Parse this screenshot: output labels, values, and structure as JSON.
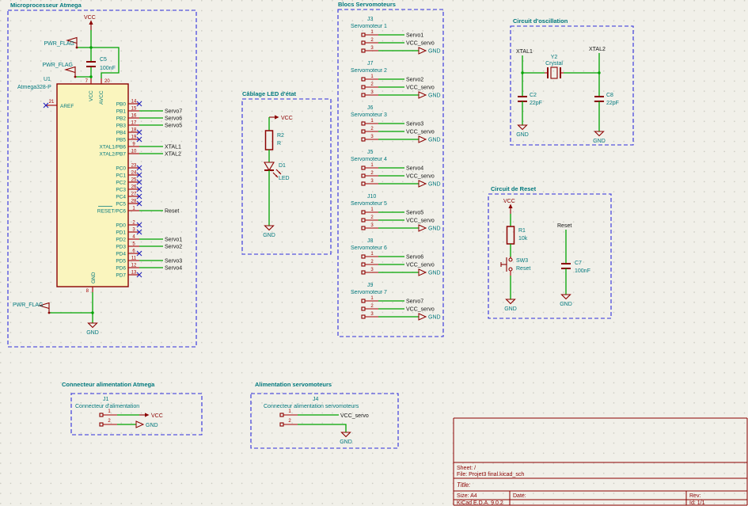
{
  "colors": {
    "background": "#F1F0E9",
    "grid_dot": "#C9C9BF",
    "section_box": "#2E2EDC",
    "wire_green": "#00A300",
    "component_maroon": "#8B0000",
    "teal_text": "#00787D",
    "net_label_black": "#141414",
    "pin_number_red": "#A40000",
    "chip_fill": "#FAF5BE",
    "no_connect_blue": "#2121BE"
  },
  "micro": {
    "title": "Microprocesseur Atmega",
    "ref": "U1",
    "value": "Atmega328-P",
    "vcc_label": "VCC",
    "pwr_flag1": "PWR_FLAG",
    "pwr_flag2": "PWR_FLAG",
    "pwr_flag3": "PWR_FLAG",
    "cap_ref": "C5",
    "cap_value": "100nF",
    "aref": {
      "name": "AREF",
      "num": "21"
    },
    "top_pins": [
      {
        "name": "VCC",
        "num": "7"
      },
      {
        "name": "AVCC",
        "num": "20"
      }
    ],
    "bottom_pin": {
      "name": "GND",
      "num": "8"
    },
    "gnd_label": "GND",
    "pins_b": [
      {
        "name": "PB0",
        "num": "14",
        "nc": true
      },
      {
        "name": "PB1",
        "num": "15",
        "net": "Servo7"
      },
      {
        "name": "PB2",
        "num": "16",
        "net": "Servo6"
      },
      {
        "name": "PB3",
        "num": "17",
        "net": "Servo5"
      },
      {
        "name": "PB4",
        "num": "18",
        "nc": true
      },
      {
        "name": "PB5",
        "num": "19",
        "nc": true
      },
      {
        "name": "XTAL1/PB6",
        "num": "9",
        "net": "XTAL1"
      },
      {
        "name": "XTAL2/PB7",
        "num": "10",
        "net": "XTAL2"
      }
    ],
    "pins_c": [
      {
        "name": "PC0",
        "num": "23",
        "nc": true
      },
      {
        "name": "PC1",
        "num": "24",
        "nc": true
      },
      {
        "name": "PC2",
        "num": "25",
        "nc": true
      },
      {
        "name": "PC3",
        "num": "26",
        "nc": true
      },
      {
        "name": "PC4",
        "num": "27",
        "nc": true
      },
      {
        "name": "PC5",
        "num": "28",
        "nc": true
      },
      {
        "name": "RESET/PC6",
        "num": "1",
        "net": "Reset",
        "inv": true
      }
    ],
    "pins_d": [
      {
        "name": "PD0",
        "num": "2",
        "nc": true
      },
      {
        "name": "PD1",
        "num": "3",
        "nc": true
      },
      {
        "name": "PD2",
        "num": "4",
        "net": "Servo1"
      },
      {
        "name": "PD3",
        "num": "5",
        "net": "Servo2"
      },
      {
        "name": "PD4",
        "num": "6",
        "nc": true
      },
      {
        "name": "PD5",
        "num": "11",
        "net": "Servo3"
      },
      {
        "name": "PD6",
        "num": "12",
        "net": "Servo4"
      },
      {
        "name": "PD7",
        "num": "13",
        "nc": true
      }
    ]
  },
  "led": {
    "title": "Câblage LED d'état",
    "vcc": "VCC",
    "r_ref": "R2",
    "r_value": "R",
    "d_ref": "D1",
    "d_value": "LED",
    "gnd": "GND"
  },
  "servos": {
    "title": "Blocs Servomoteurs",
    "pin_numbers": [
      "1",
      "2",
      "3"
    ],
    "vcc_net": "VCC_servo",
    "gnd": "GND",
    "blocks": [
      {
        "ref": "J3",
        "name": "Servomoteur 1",
        "net": "Servo1"
      },
      {
        "ref": "J7",
        "name": "Servomoteur 2",
        "net": "Servo2"
      },
      {
        "ref": "J6",
        "name": "Servomoteur 3",
        "net": "Servo3"
      },
      {
        "ref": "J5",
        "name": "Servomoteur 4",
        "net": "Servo4"
      },
      {
        "ref": "J10",
        "name": "Servomoteur 5",
        "net": "Servo5"
      },
      {
        "ref": "J8",
        "name": "Servomoteur 6",
        "net": "Servo6"
      },
      {
        "ref": "J9",
        "name": "Servomoteur 7",
        "net": "Servo7"
      }
    ]
  },
  "osc": {
    "title": "Circuit d'oscillation",
    "xtal1": "XTAL1",
    "xtal2": "XTAL2",
    "crystal_ref": "Y2",
    "crystal_value": "Crystal",
    "c_left_ref": "C2",
    "c_left_value": "22pF",
    "c_right_ref": "C8",
    "c_right_value": "22pF",
    "gnd": "GND"
  },
  "reset": {
    "title": "Circuit de Reset",
    "vcc": "VCC",
    "r_ref": "R1",
    "r_value": "10k",
    "sw_ref": "SW3",
    "sw_value": "Reset",
    "net": "Reset",
    "c_ref": "C7",
    "c_value": "100nF",
    "gnd": "GND"
  },
  "pwr_atmega": {
    "title": "Connecteur alimentation Atmega",
    "ref": "J1",
    "name": "Connecteur d'alimentation",
    "pins": [
      "1",
      "2"
    ],
    "vcc": "VCC",
    "gnd": "GND"
  },
  "pwr_servo": {
    "title": "Alimentation servomoteurs",
    "ref": "J4",
    "name": "Connecteur alimentation servomoteurs",
    "pins": [
      "1",
      "2"
    ],
    "vcc_net": "VCC_servo",
    "gnd": "GND"
  },
  "titleblock": {
    "sheet": "Sheet: /",
    "file": "File: Projet3 final.kicad_sch",
    "title_label": "Title:",
    "size": "Size: A4",
    "date": "Date:",
    "rev": "Rev:",
    "app": "KiCad E.D.A. 9.0.2",
    "id": "Id: 1/1"
  }
}
